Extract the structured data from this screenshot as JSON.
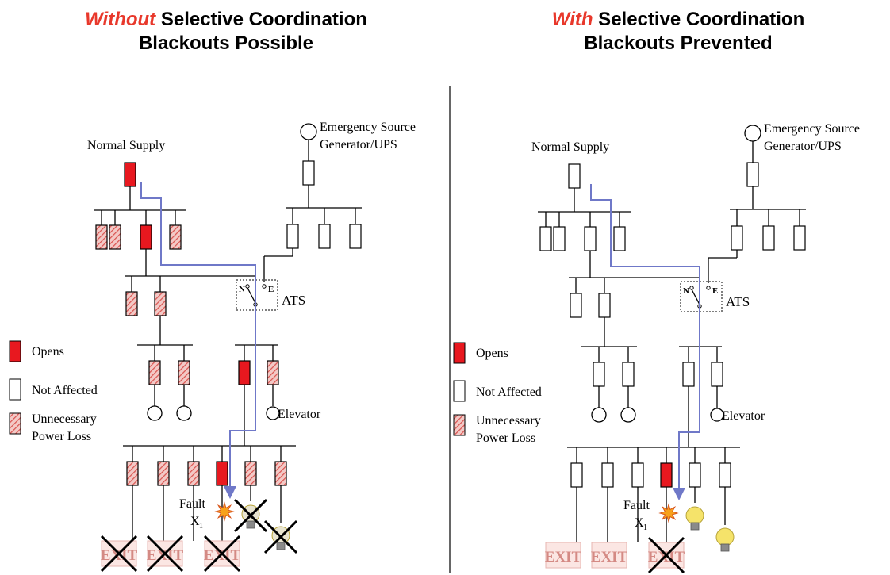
{
  "colors": {
    "opens": "#e8181f",
    "hatch": "#d9534f",
    "arrow": "#6f78c8",
    "title_highlight": "#e8382b",
    "exit": "#d48a84",
    "bulb": "#f5e36a"
  },
  "left_panel": {
    "title_highlight": "Without",
    "title_rest": " Selective Coordination",
    "subtitle": "Blackouts Possible"
  },
  "right_panel": {
    "title_highlight": "With",
    "title_rest": "  Selective Coordination",
    "subtitle": "Blackouts Prevented"
  },
  "labels": {
    "normal_supply": "Normal Supply",
    "emergency_line1": "Emergency Source",
    "emergency_line2": "Generator/UPS",
    "ats": "ATS",
    "ats_n": "N",
    "ats_e": "E",
    "elevator": "Elevator",
    "fault": "Fault",
    "fault_x": "X",
    "fault_sub": "1",
    "exit": "EXIT"
  },
  "legend": {
    "opens": "Opens",
    "not_affected": "Not Affected",
    "unnecessary_line1": "Unnecessary",
    "unnecessary_line2": "Power Loss"
  },
  "icons": [
    "breaker-rect",
    "load-circle",
    "generator-circle",
    "fault-burst-icon",
    "light-bulb-icon",
    "exit-sign-icon",
    "cross-out-icon"
  ]
}
